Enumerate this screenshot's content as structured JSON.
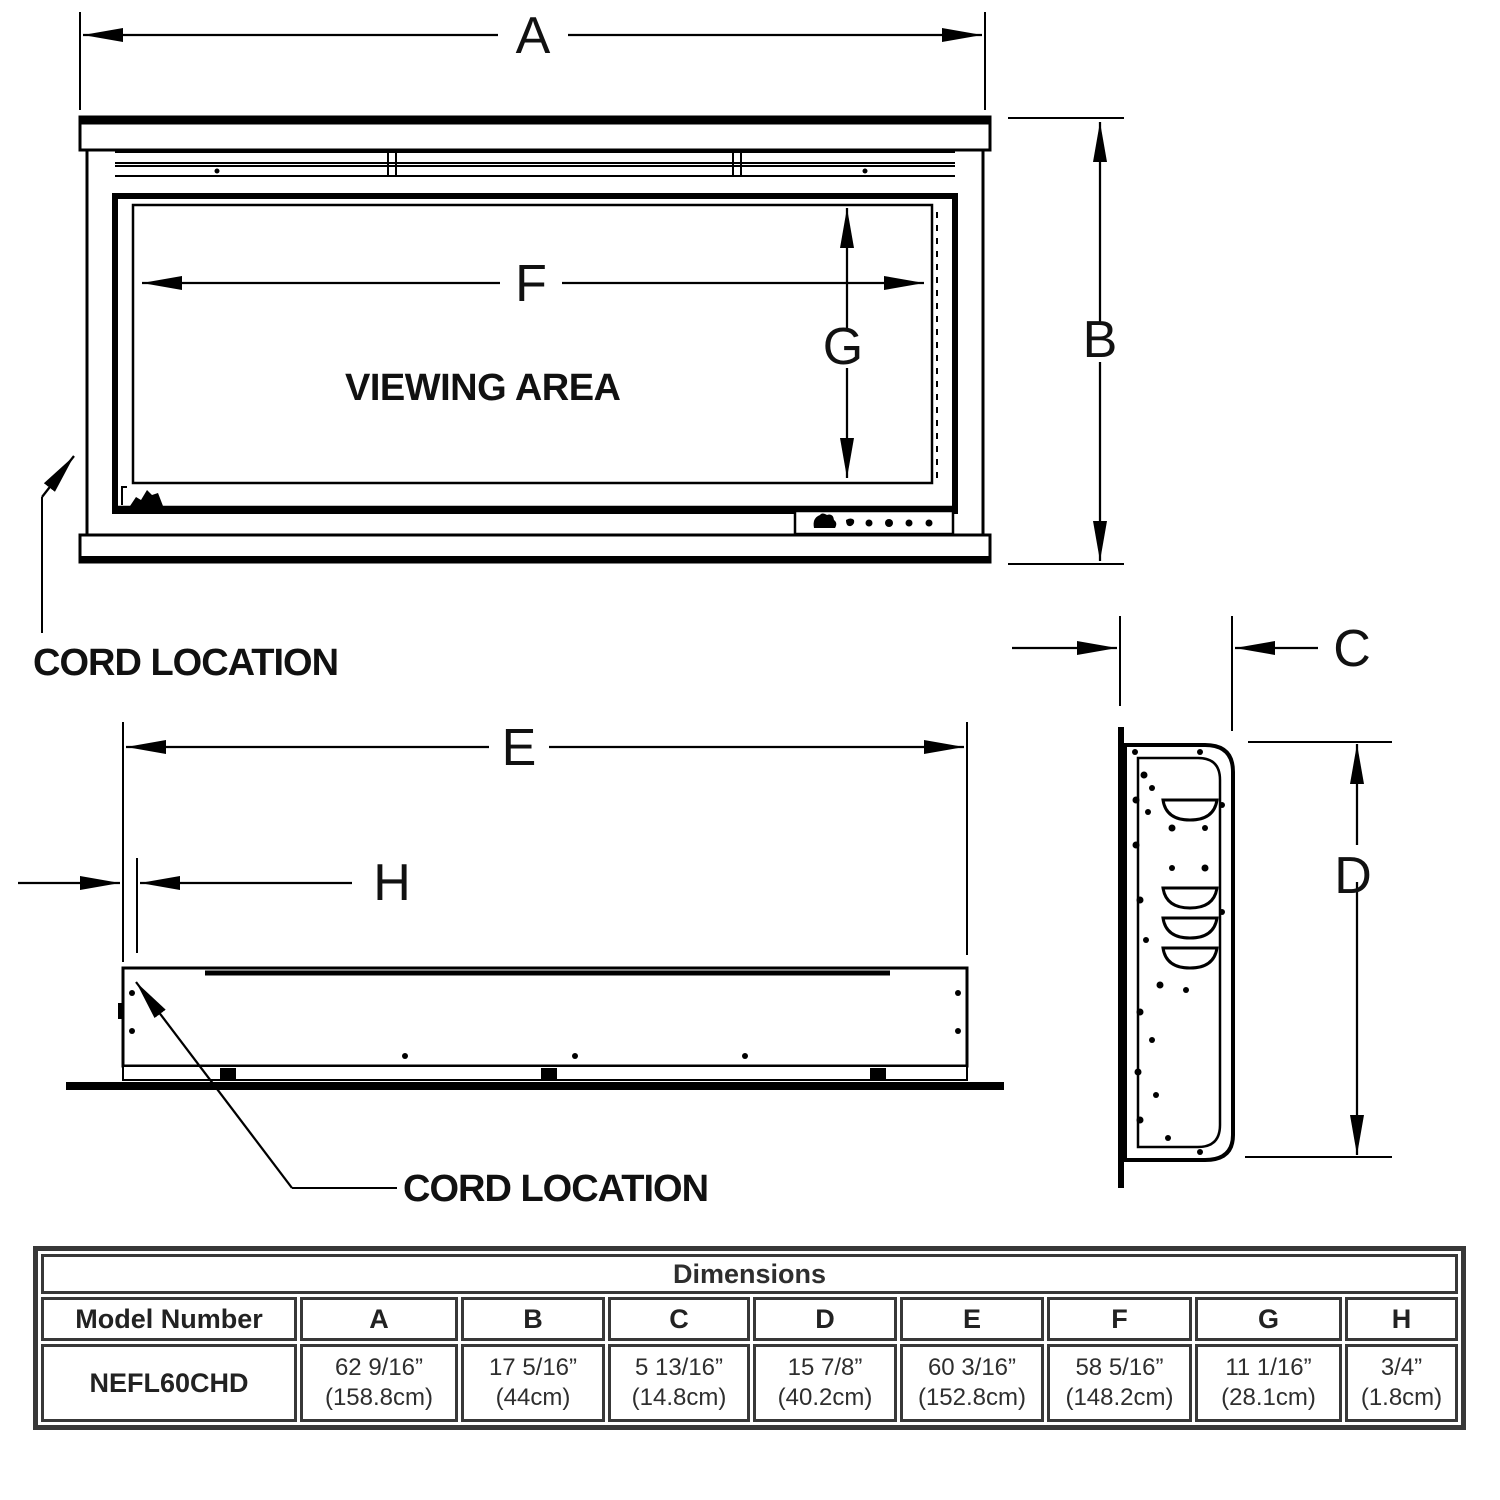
{
  "front_view": {
    "dims": {
      "a": "A",
      "b": "B",
      "f": "F",
      "g": "G"
    },
    "viewing_area": "VIEWING AREA",
    "cord_location": "CORD LOCATION"
  },
  "bottom_view": {
    "dims": {
      "e": "E",
      "h": "H"
    },
    "cord_location": "CORD LOCATION"
  },
  "side_view": {
    "dims": {
      "c": "C",
      "d": "D"
    }
  },
  "table": {
    "title": "Dimensions",
    "columns": [
      "Model Number",
      "A",
      "B",
      "C",
      "D",
      "E",
      "F",
      "G",
      "H"
    ],
    "rows": [
      {
        "model": "NEFL60CHD",
        "values": [
          {
            "in": "62 9/16”",
            "cm": "(158.8cm)"
          },
          {
            "in": "17 5/16”",
            "cm": "(44cm)"
          },
          {
            "in": "5 13/16”",
            "cm": "(14.8cm)"
          },
          {
            "in": "15 7/8”",
            "cm": "(40.2cm)"
          },
          {
            "in": "60 3/16”",
            "cm": "(152.8cm)"
          },
          {
            "in": "58 5/16”",
            "cm": "(148.2cm)"
          },
          {
            "in": "11 1/16”",
            "cm": "(28.1cm)"
          },
          {
            "in": "3/4”",
            "cm": "(1.8cm)"
          }
        ]
      }
    ]
  },
  "colors": {
    "line": "#000000",
    "table_border": "#383838",
    "text": "#111111"
  }
}
